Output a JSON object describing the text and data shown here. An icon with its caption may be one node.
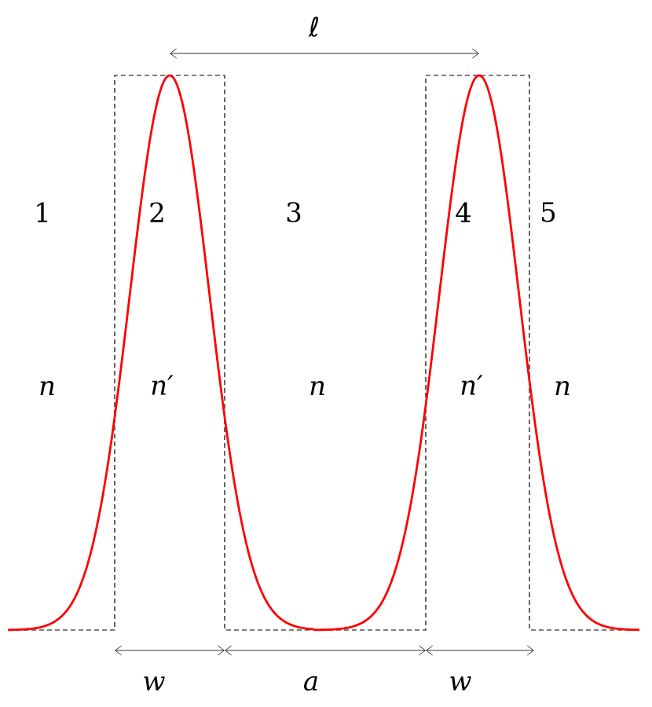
{
  "diagram": {
    "labels": [
      "ℓ",
      "1",
      "2",
      "3",
      "4",
      "5",
      "n",
      "n′",
      "n",
      "n′",
      "n",
      "w",
      "a",
      "w"
    ]
  }
}
